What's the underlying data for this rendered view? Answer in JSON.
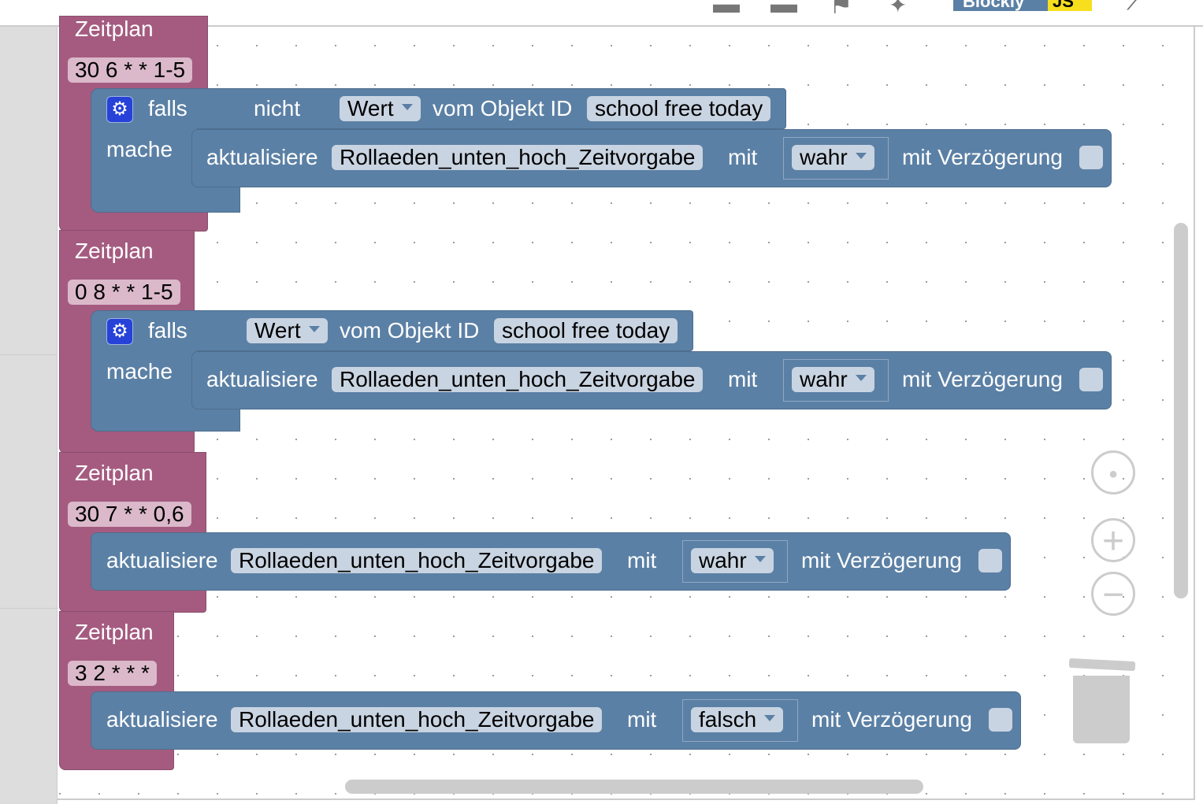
{
  "toolbar": {
    "logo_text": "Blockly",
    "logo_suffix": "JS",
    "icons": [
      "export-icon",
      "import-icon",
      "flag-icon",
      "sparkle-icon",
      "wrench-icon"
    ]
  },
  "blocks": [
    {
      "title": "Zeitplan",
      "cron": "30 6 * * 1-5",
      "if": {
        "falls": "falls",
        "nicht": "nicht",
        "wert": "Wert",
        "vom": "vom Objekt ID",
        "obj": "school free today",
        "mache": "mache"
      },
      "update": {
        "label": "aktualisiere",
        "var": "Rollaeden_unten_hoch_Zeitvorgabe",
        "mit": "mit",
        "value": "wahr",
        "delay": "mit Verzögerung"
      }
    },
    {
      "title": "Zeitplan",
      "cron": "0 8 * * 1-5",
      "if": {
        "falls": "falls",
        "wert": "Wert",
        "vom": "vom Objekt ID",
        "obj": "school free today",
        "mache": "mache"
      },
      "update": {
        "label": "aktualisiere",
        "var": "Rollaeden_unten_hoch_Zeitvorgabe",
        "mit": "mit",
        "value": "wahr",
        "delay": "mit Verzögerung"
      }
    },
    {
      "title": "Zeitplan",
      "cron": "30 7 * * 0,6",
      "update": {
        "label": "aktualisiere",
        "var": "Rollaeden_unten_hoch_Zeitvorgabe",
        "mit": "mit",
        "value": "wahr",
        "delay": "mit Verzögerung"
      }
    },
    {
      "title": "Zeitplan",
      "cron": "3 2 * * *",
      "update": {
        "label": "aktualisiere",
        "var": "Rollaeden_unten_hoch_Zeitvorgabe",
        "mit": "mit",
        "value": "falsch",
        "delay": "mit Verzögerung"
      }
    }
  ],
  "colors": {
    "schedule": "#a55b80",
    "logic": "#5b80a5",
    "gear": "#2642d8"
  }
}
